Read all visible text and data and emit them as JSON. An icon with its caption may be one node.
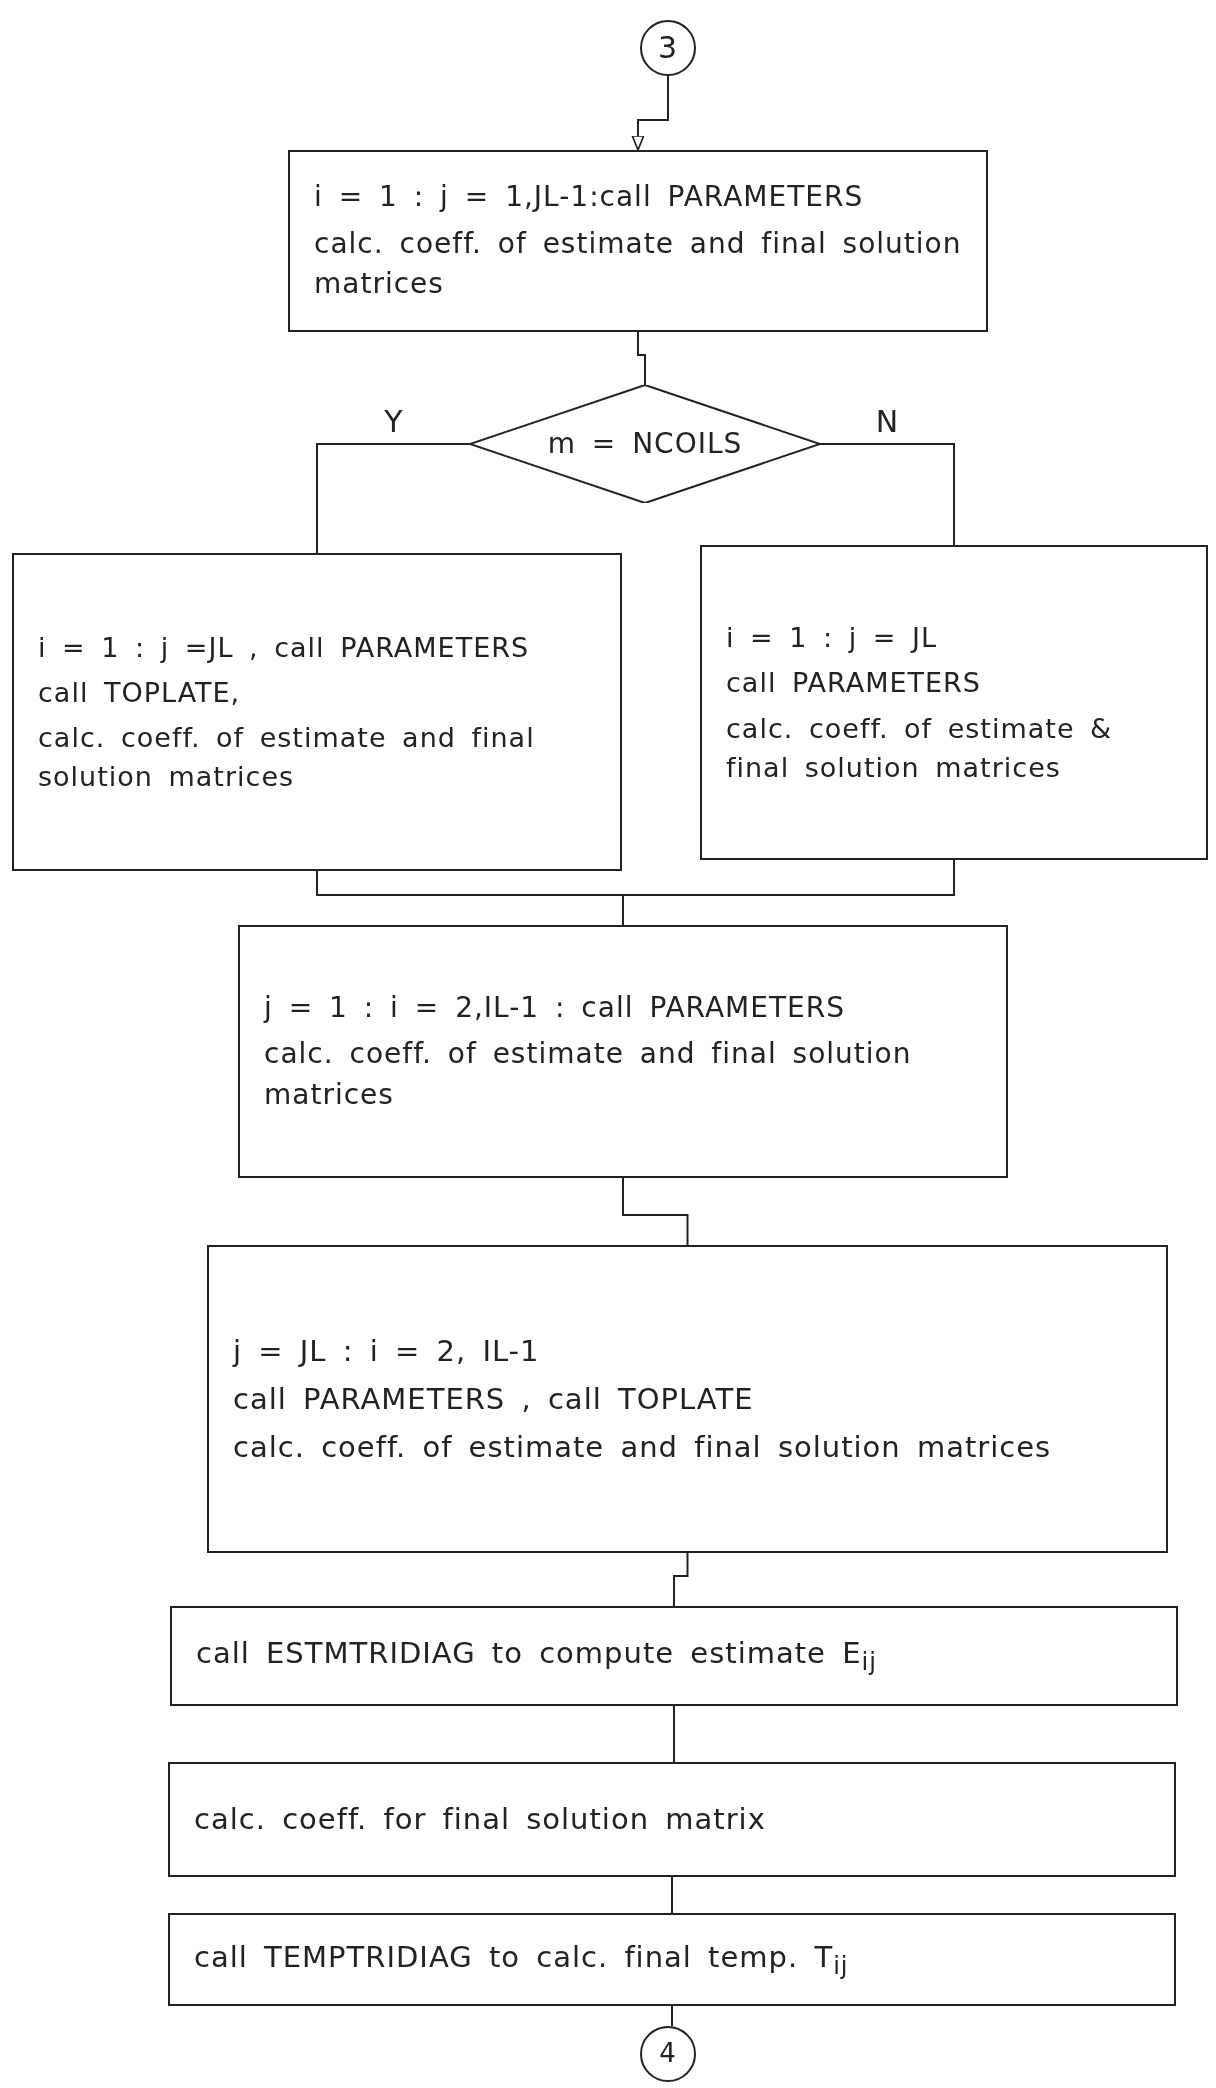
{
  "diagram": {
    "nodes": [
      {
        "text": [
          "3"
        ]
      },
      {
        "text": [
          "i = 1 : j = 1,JL-1:call PARAMETERS",
          "calc. coeff. of estimate and final solution matrices"
        ]
      },
      {
        "text": [
          "m = NCOILS"
        ]
      },
      {
        "text": [
          "i = 1 : j =JL , call PARAMETERS",
          "call TOPLATE,",
          "calc. coeff. of estimate and final solution matrices"
        ]
      },
      {
        "text": [
          "i = 1 : j = JL",
          "call PARAMETERS",
          "calc. coeff. of estimate & final solution matrices"
        ]
      },
      {
        "text": [
          "j = 1 : i = 2,IL-1 : call PARAMETERS",
          "calc. coeff. of estimate and final solution matrices"
        ]
      },
      {
        "text": [
          "j = JL : i = 2, IL-1",
          "call PARAMETERS , call TOPLATE",
          "calc. coeff. of estimate and final solution matrices"
        ]
      },
      {
        "text": [
          "call ESTMTRIDIAG to compute estimate E$_{ij}$"
        ]
      },
      {
        "text": [
          "calc. coeff. for final solution matrix"
        ]
      },
      {
        "text": [
          "call TEMPTRIDIAG to calc. final temp. T$_{ij}$"
        ]
      },
      {
        "text": [
          "4"
        ]
      }
    ],
    "edges": [
      {
        "from": 0,
        "to": 1,
        "arrow": "to"
      },
      {
        "from": 1,
        "to": 2,
        "arrow": "none"
      },
      {
        "from": 2,
        "to": 3,
        "arrow": "none",
        "label": "Y"
      },
      {
        "from": 2,
        "to": 4,
        "arrow": "none",
        "label": "N"
      },
      {
        "from": 3,
        "to": 5,
        "arrow": "none"
      },
      {
        "from": 4,
        "to": 5,
        "arrow": "none"
      },
      {
        "from": 5,
        "to": 6,
        "arrow": "none"
      },
      {
        "from": 6,
        "to": 7,
        "arrow": "none"
      },
      {
        "from": 7,
        "to": 8,
        "arrow": "none"
      },
      {
        "from": 8,
        "to": 9,
        "arrow": "none"
      },
      {
        "from": 9,
        "to": 10,
        "arrow": "none"
      }
    ]
  }
}
